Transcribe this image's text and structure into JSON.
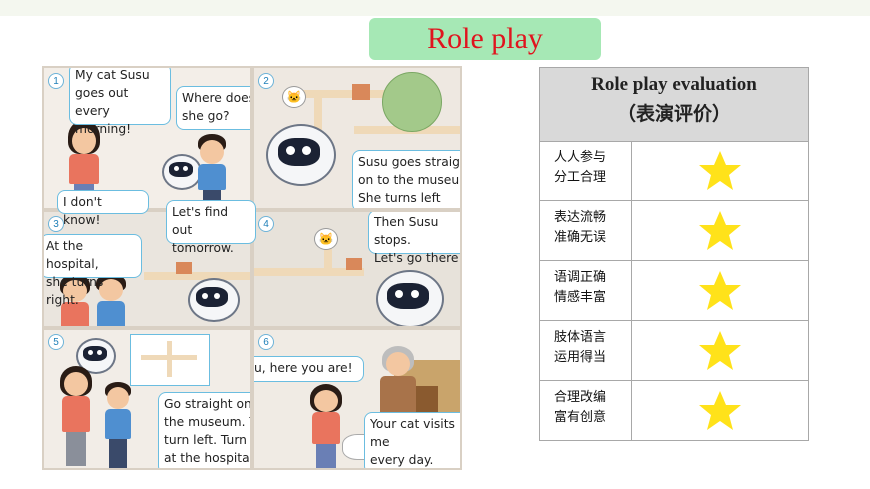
{
  "slide": {
    "title": "Role play",
    "accent_color": "#e0141e",
    "title_bg": "#a6e8b5"
  },
  "comic": {
    "panels": [
      {
        "number": "1"
      },
      {
        "number": "2"
      },
      {
        "number": "3"
      },
      {
        "number": "4"
      },
      {
        "number": "5"
      },
      {
        "number": "6"
      }
    ],
    "bubbles": {
      "b1": "My cat Susu\ngoes out every\nmorning!",
      "b2": "Where does\nshe go?",
      "b3": "I don't know!",
      "b4": "Let's find out\ntomorrow.",
      "b5": "Susu goes straight\non to the museum.\nShe turns left there.",
      "b6": "At the hospital,\nshe turns right.",
      "b7": "Then Susu stops.\nLet's go there!",
      "b8": "Susu, here you are!",
      "b9": "Go straight on to\nthe museum. Then\nturn left. Turn right\nat the hospital.",
      "b10": "Your cat visits me\nevery day. She's\nmy good friend!"
    }
  },
  "evaluation": {
    "title_en": "Role play evaluation",
    "title_zh": "（表演评价）",
    "star_color": "#ffe21a",
    "rows": [
      {
        "criterion": "人人参与\n分工合理",
        "stars": 1
      },
      {
        "criterion": "表达流畅\n准确无误",
        "stars": 1
      },
      {
        "criterion": "语调正确\n情感丰富",
        "stars": 1
      },
      {
        "criterion": "肢体语言\n运用得当",
        "stars": 1
      },
      {
        "criterion": "合理改编\n富有创意",
        "stars": 1
      }
    ]
  }
}
